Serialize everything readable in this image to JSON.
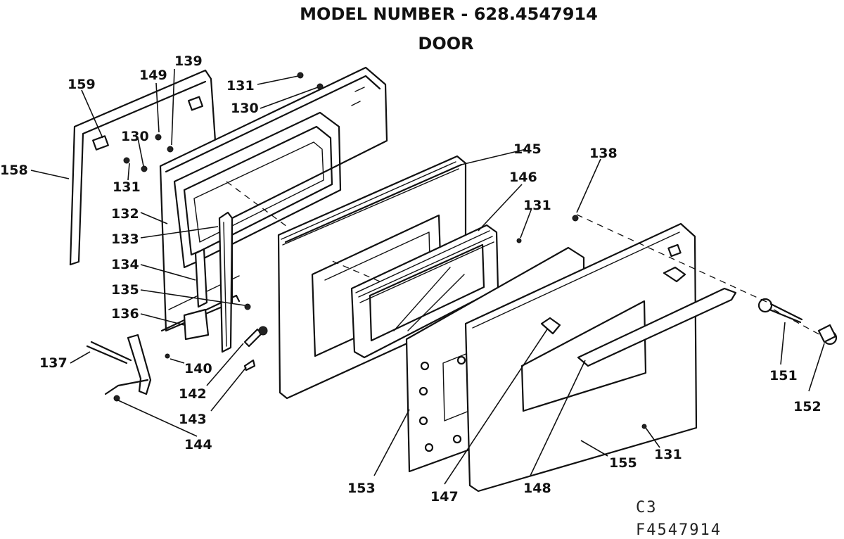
{
  "header": {
    "model_line": "MODEL NUMBER - 628.4547914",
    "section": "DOOR"
  },
  "callouts": {
    "p159": "159",
    "p149": "149",
    "p139": "139",
    "p131a": "131",
    "p130a": "130",
    "p130b": "130",
    "p158": "158",
    "p131b": "131",
    "p132": "132",
    "p133": "133",
    "p134": "134",
    "p135": "135",
    "p136": "136",
    "p137": "137",
    "p140": "140",
    "p142": "142",
    "p143": "143",
    "p144": "144",
    "p145": "145",
    "p146": "146",
    "p138": "138",
    "p131c": "131",
    "p151": "151",
    "p152": "152",
    "p155": "155",
    "p131d": "131",
    "p148": "148",
    "p147": "147",
    "p153": "153"
  },
  "footer": {
    "code1": "C3",
    "code2": "F4547914"
  }
}
